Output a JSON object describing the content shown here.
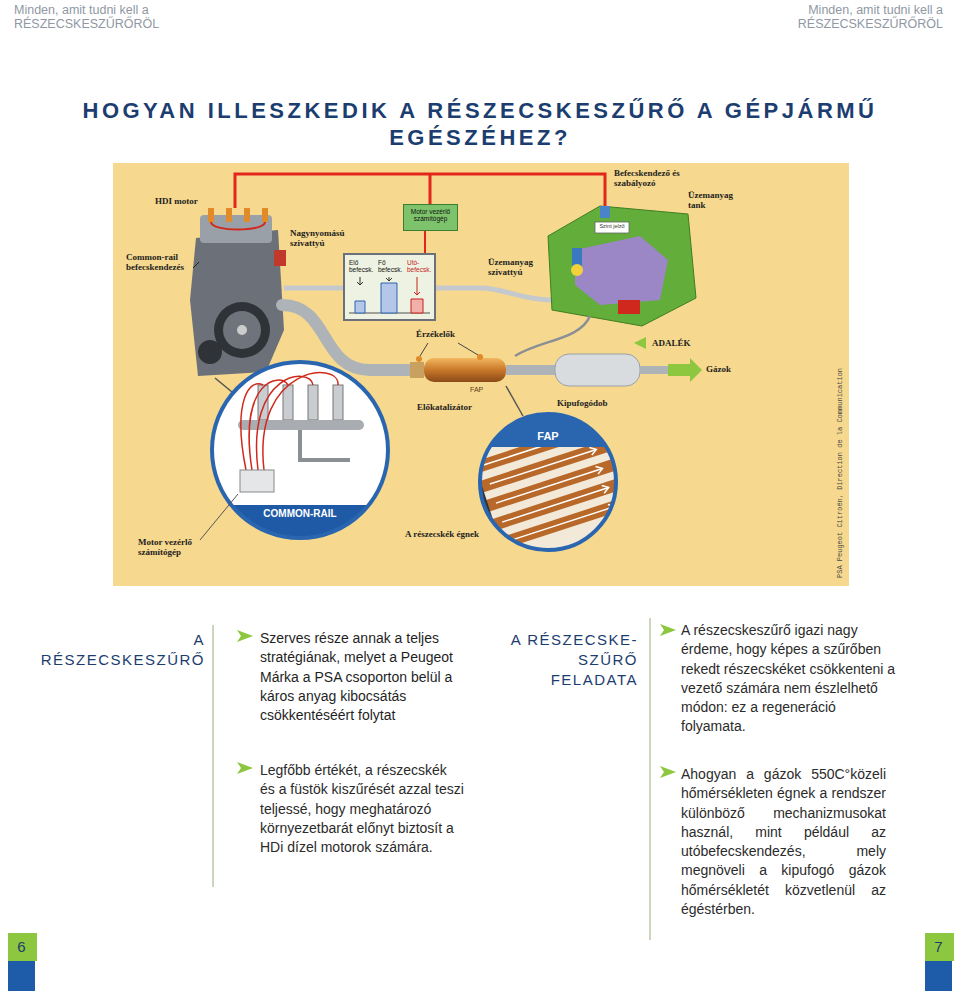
{
  "diagram": {
    "title": "HOGYAN ILLESZKEDIK A RÉSZECSKESZŰRŐ A GÉPJÁRMŰ EGÉSZÉHEZ?",
    "nodes": [
      {
        "text": [
          "Motor vezérlő számítógép"
        ]
      },
      {
        "text": [
          "Elő befecsk.",
          "Fő befecsk.",
          "Utó-befecsk."
        ]
      },
      {
        "text": [
          "6"
        ]
      },
      {
        "text": [
          "7"
        ]
      }
    ],
    "labels": [
      "Minden, amit tudni kell a RÉSZECSKESZŰRŐRÖL",
      "Minden, amit tudni kell a RÉSZECSKESZŰRŐRÖL",
      "HDI motor",
      "Befecskendező és szabályozó",
      "Üzemanyag tank",
      "Szint jelző",
      "Nagynyomású szivattyú",
      "Common-rail befecskendezés",
      "Üzemanyag szivattyú",
      "Érzékelők",
      "ADALÉK",
      "Gázok",
      "FAP",
      "Előkatalizátor",
      "Kipufogódob",
      "FAP",
      "PSA Peugeot Citroën, Direction de la Communication",
      "A részecskék égnek",
      "COMMON-RAIL",
      "Motor vezérlő számítógép",
      "A RÉSZECSKESZŰRŐ",
      "Szerves része annak a teljes stratégiának, melyet a Peugeot Márka a PSA csoporton belül a káros anyag kibocsátás csökkentéséért folytat",
      "Legfőbb értékét, a részecskék és a füstök kiszűrését azzal teszi teljessé, hogy meghatározó környezetbarát előnyt biztosít a HDi dízel motorok számára.",
      "A RÉSZECSKE- SZŰRŐ FELADATA",
      "A részecskeszűrő igazi nagy érdeme, hogy képes a szűrőben rekedt részecskéket csökkenteni a vezető számára nem észlelhető módon: ez a regeneráció folyamata.",
      "Ahogyan a gázok 550C°közeli hőmérsékleten égnek a rendszer különböző mechanizmusokat használ, mint például az utóbefecskendezés, mely megnöveli a kipufogó gázok hőmérsékletét közvetlenül az égéstérben."
    ]
  }
}
